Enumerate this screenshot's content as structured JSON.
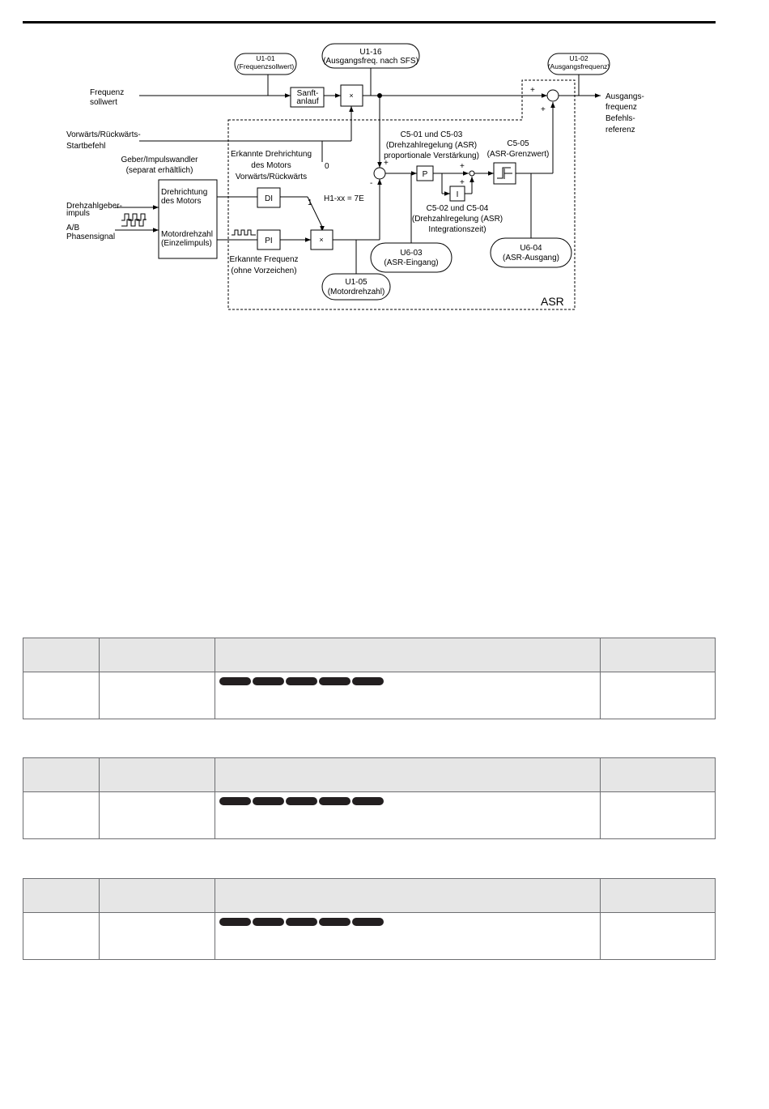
{
  "diagram": {
    "bubbles": {
      "u1_01": {
        "code": "U1-01",
        "desc": "(Frequenzsollwert)"
      },
      "u1_16": {
        "code": "U1-16",
        "desc": "(Ausgangsfreq. nach SFS)"
      },
      "u1_02": {
        "code": "U1-02",
        "desc": "(Ausgangsfrequenz)"
      },
      "u6_03": {
        "code": "U6-03",
        "desc": "(ASR-Eingang)"
      },
      "u6_04": {
        "code": "U6-04",
        "desc": "(ASR-Ausgang)"
      },
      "u1_05": {
        "code": "U1-05",
        "desc": "(Motordrehzahl)"
      }
    },
    "labels": {
      "freq_ref_1": "Frequenz",
      "freq_ref_2": "sollwert",
      "fwd_rev_1": "Vorwärts/Rückwärts-",
      "fwd_rev_2": "Startbefehl",
      "encoder_1": "Geber/Impulswandler",
      "encoder_2": "(separat erhältlich)",
      "pulse_1": "Drehzahlgeber-",
      "pulse_2": "impuls",
      "ab_1": "A/B",
      "ab_2": "Phasensignal",
      "out_1": "Ausgangs-",
      "out_2": "frequenz",
      "out_3": "Befehls-",
      "out_4": "referenz",
      "detected_dir_1": "Erkannte Drehrichtung",
      "detected_dir_2": "des Motors",
      "detected_dir_3": "Vorwärts/Rückwärts",
      "detected_freq_1": "Erkannte Frequenz",
      "detected_freq_2": "(ohne Vorzeichen)",
      "c501_1": "C5-01 und C5-03",
      "c501_2": "(Drehzahlregelung (ASR)",
      "c501_3": "proportionale Verstärkung)",
      "c502_1": "C5-02 und C5-04",
      "c502_2": "(Drehzahlregelung (ASR)",
      "c502_3": "Integrationszeit)",
      "c505_1": "C5-05",
      "c505_2": "(ASR-Grenzwert)",
      "switch_0": "0",
      "switch_1": "1",
      "h1": "H1-xx = 7E",
      "asr": "ASR"
    },
    "blocks": {
      "soft_start_1": "Sanft-",
      "soft_start_2": "anlauf",
      "mult": "×",
      "dir_1": "Drehrichtung",
      "dir_2": "des Motors",
      "speed_1": "Motordrehzahl",
      "speed_2": "(Einzelimpuls)",
      "di": "DI",
      "pi": "PI",
      "p": "P",
      "i": "I"
    },
    "signs": {
      "plus": "+",
      "minus": "-"
    }
  },
  "tables": [
    {
      "id": "table1"
    },
    {
      "id": "table2"
    },
    {
      "id": "table3"
    }
  ]
}
